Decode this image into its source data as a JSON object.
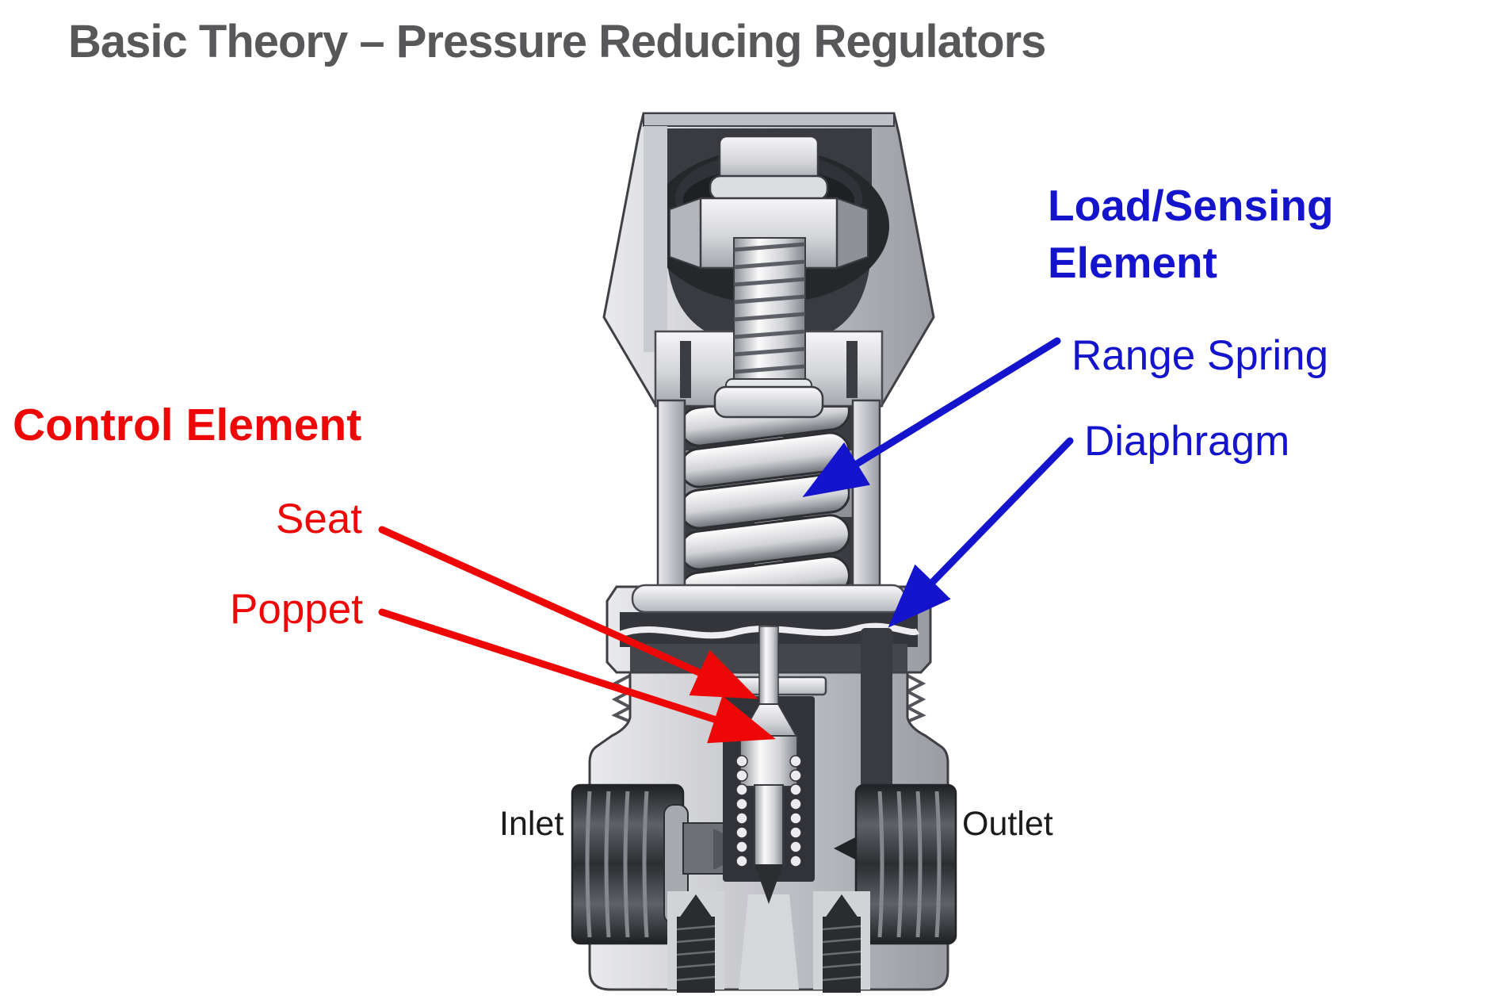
{
  "title": "Basic Theory – Pressure Reducing Regulators",
  "labels": {
    "load_sensing": "Load/Sensing Element",
    "range_spring": "Range Spring",
    "diaphragm": "Diaphragm",
    "control_element": "Control Element",
    "seat": "Seat",
    "poppet": "Poppet",
    "inlet": "Inlet",
    "outlet": "Outlet"
  },
  "colors": {
    "title_gray": "#58585b",
    "label_blue": "#1414cc",
    "label_red": "#ee0707",
    "label_black": "#1b1b1d",
    "metal_light": "#d9dadd",
    "metal_dark": "#3a3b40"
  }
}
